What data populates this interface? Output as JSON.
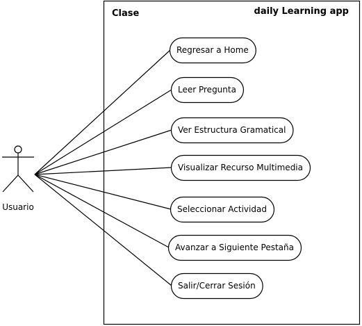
{
  "system": {
    "label_left": "Clase",
    "label_right": "daily Learning app"
  },
  "actor": {
    "name": "Usuario"
  },
  "use_cases": [
    "Regresar a Home",
    "Leer Pregunta",
    "Ver Estructura Gramatical",
    "Visualizar Recurso Multimedia",
    "Seleccionar Actividad",
    "Avanzar a Siguiente Pestaña",
    "Salir/Cerrar Sesión"
  ]
}
